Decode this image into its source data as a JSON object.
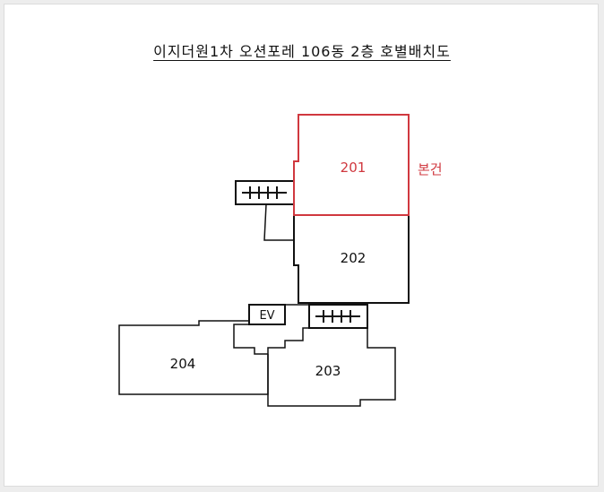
{
  "title": "이지더원1차 오션포레 106동 2층 호별배치도",
  "units": {
    "u201": "201",
    "u202": "202",
    "u203": "203",
    "u204": "204"
  },
  "ev_label": "EV",
  "subject_label": "본건",
  "colors": {
    "subject": "#d0383f",
    "outline": "#111111",
    "background": "#ffffff"
  }
}
